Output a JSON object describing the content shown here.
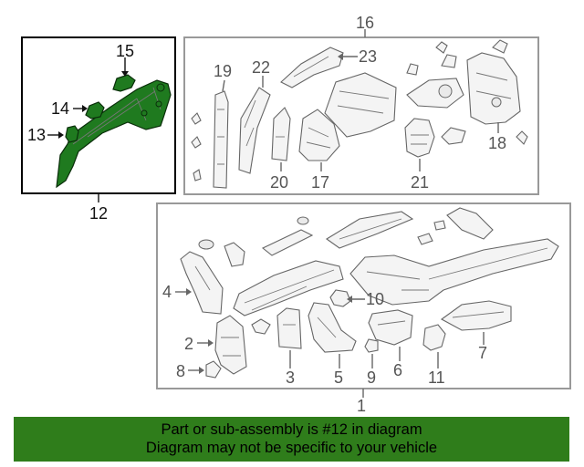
{
  "callouts": {
    "c1": "1",
    "c2": "2",
    "c3": "3",
    "c4": "4",
    "c5": "5",
    "c6": "6",
    "c7": "7",
    "c8": "8",
    "c9": "9",
    "c10": "10",
    "c11": "11",
    "c12": "12",
    "c13": "13",
    "c14": "14",
    "c15": "15",
    "c16": "16",
    "c17": "17",
    "c18": "18",
    "c19": "19",
    "c20": "20",
    "c21": "21",
    "c22": "22",
    "c23": "23"
  },
  "banner": {
    "line1": "Part or sub-assembly is #12 in diagram",
    "line2": "Diagram may not be specific to your vehicle"
  },
  "colors": {
    "highlight_part": "#1f7a1f",
    "banner_background": "#2f7d1b"
  }
}
